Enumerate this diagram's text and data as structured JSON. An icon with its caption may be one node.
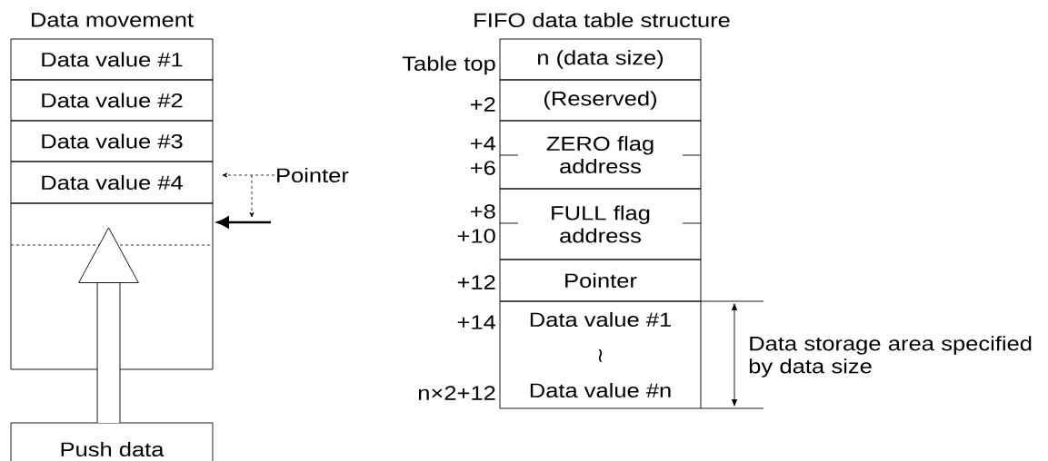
{
  "diagram": {
    "nodes": [
      {
        "text": [
          "Data value #1"
        ]
      },
      {
        "text": [
          "Data value #2"
        ]
      },
      {
        "text": [
          "Data value #3"
        ]
      },
      {
        "text": [
          "Data value #4"
        ]
      },
      {
        "text": [],
        "shape": "box"
      },
      {
        "text": [
          "Push data"
        ]
      },
      {
        "text": [
          "Pointer"
        ]
      },
      {
        "text": [
          "n (data size)"
        ]
      },
      {
        "text": [
          "(Reserved)"
        ]
      },
      {
        "text": [
          "ZERO flag address"
        ]
      },
      {
        "text": [
          "FULL flag address"
        ]
      },
      {
        "text": [
          "Pointer"
        ]
      },
      {
        "text": [
          "Data value #1",
          "≀",
          "Data value #n"
        ]
      }
    ],
    "edges": [
      {
        "from": 5,
        "to": 4,
        "arrow": "to",
        "style": "thick"
      },
      {
        "from": 6,
        "to": 3,
        "arrow": "to",
        "style": "dashed"
      },
      {
        "from": null,
        "to": 4,
        "arrow": "to"
      }
    ],
    "labels": [
      "Data movement",
      "FIFO data table structure",
      "Table top",
      "+2",
      "+4",
      "+6",
      "+8",
      "+10",
      "+12",
      "+14",
      "n×2+12",
      "Data storage area specified by data size"
    ]
  }
}
